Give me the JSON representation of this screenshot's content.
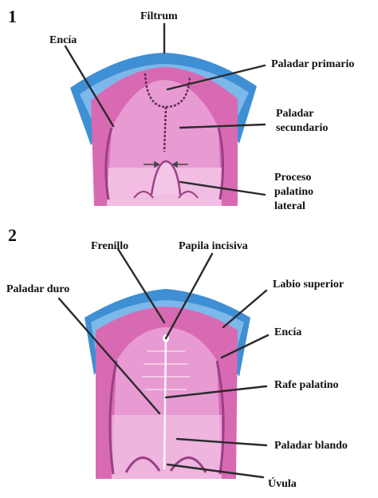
{
  "colors": {
    "lip_blue": "#3f8fd4",
    "lip_blue_light": "#7db8ea",
    "gum_pink": "#d86ab3",
    "palate_pink": "#e79bd2",
    "palate_light": "#f4c6e6",
    "groove_purple": "#9b3f86",
    "leader_line": "#2a2a2a"
  },
  "panel1": {
    "number": "1",
    "labels": {
      "filtrum": "Filtrum",
      "encia": "Encía",
      "paladar_primario": "Paladar primario",
      "paladar_secundario_l1": "Paladar",
      "paladar_secundario_l2": "secundario",
      "proceso_l1": "Proceso",
      "proceso_l2": "palatino",
      "proceso_l3": "lateral"
    }
  },
  "panel2": {
    "number": "2",
    "labels": {
      "frenillo": "Frenillo",
      "papila_incisiva": "Papila incisiva",
      "paladar_duro": "Paladar duro",
      "labio_superior": "Labio superior",
      "encia": "Encía",
      "rafe_palatino": "Rafe palatino",
      "paladar_blando": "Paladar blando",
      "uvula": "Úvula"
    }
  }
}
